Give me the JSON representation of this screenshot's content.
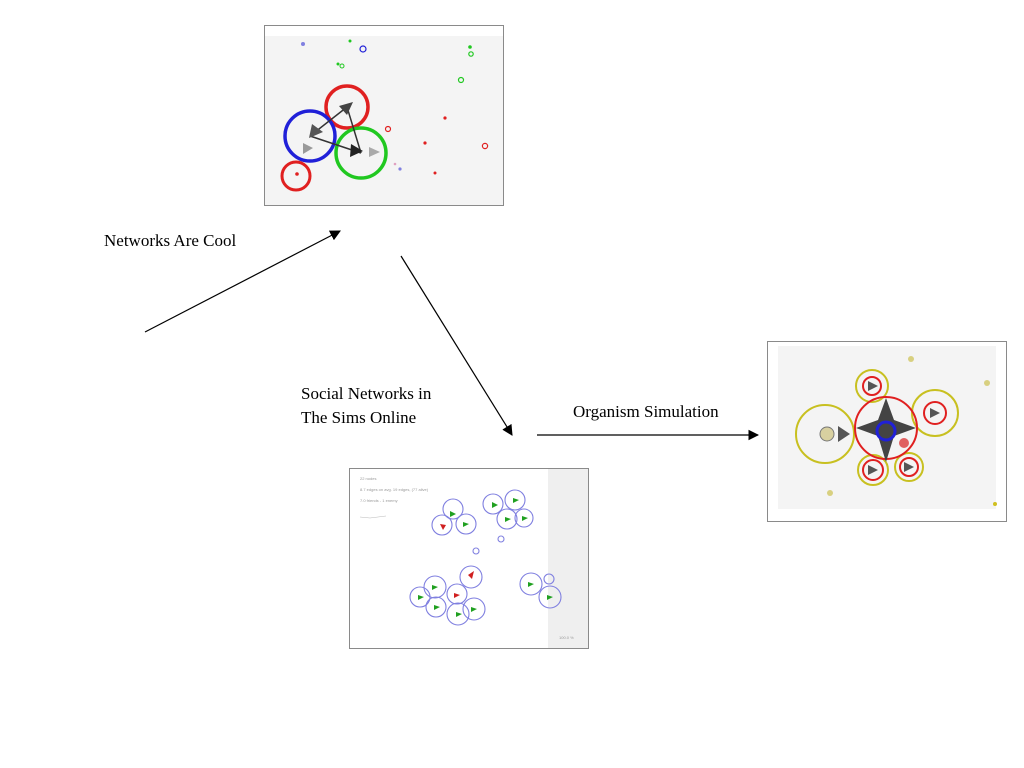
{
  "labels": {
    "networks": "Networks Are Cool",
    "social_line1": "Social Networks in",
    "social_line2": "The Sims Online",
    "organism": "Organism Simulation"
  },
  "sims_thumbnail": {
    "line1": "22 nodes",
    "line2": "8.7 edges on avg. 19 edges, (77 alive)",
    "line3": "7.0 friends - 1 enemy",
    "zoom": "100.0 %"
  },
  "colors": {
    "red": "#e02020",
    "blue": "#2020d8",
    "green": "#20c820",
    "lavender": "#8080e0",
    "olive": "#c8c020",
    "panel_bg": "#f4f4f4"
  }
}
